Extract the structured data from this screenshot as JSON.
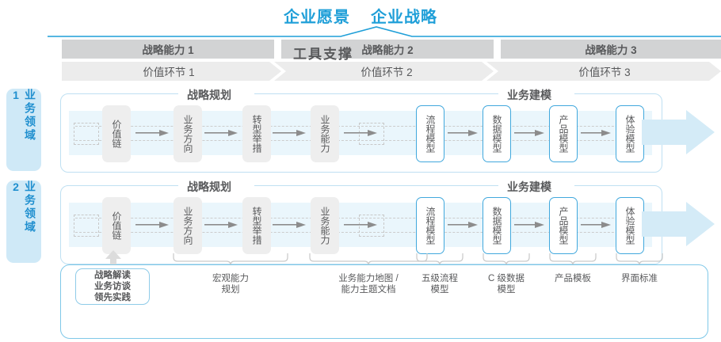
{
  "header": {
    "title_left": "企业愿景",
    "title_right": "企业战略"
  },
  "capability_bar": {
    "items": [
      {
        "label": "战略能力 1"
      },
      {
        "label": "战略能力 2"
      },
      {
        "label": "战略能力 3"
      }
    ]
  },
  "value_stage_bar": {
    "items": [
      {
        "label": "价值环节 1"
      },
      {
        "label": "价值环节 2"
      },
      {
        "label": "价值环节 3"
      }
    ]
  },
  "domains": [
    {
      "label": "业务领域 1"
    },
    {
      "label": "业务领域 2"
    }
  ],
  "sections": {
    "planning_title": "战略规划",
    "modeling_title": "业务建模"
  },
  "nodes": {
    "planning": [
      {
        "label": "价值链"
      },
      {
        "label": "业务方向"
      },
      {
        "label": "转型举措"
      },
      {
        "label": "业务能力"
      }
    ],
    "modeling": [
      {
        "label": "流程模型"
      },
      {
        "label": "数据模型"
      },
      {
        "label": "产品模型"
      },
      {
        "label": "体验模型"
      }
    ]
  },
  "tool_support": {
    "title": "工具支撑",
    "pill": "战略解读\n业务访谈\n领先实践",
    "pill_lines": [
      "战略解读",
      "业务访谈",
      "领先实践"
    ],
    "labels": [
      {
        "lines": [
          "宏观能力",
          "规划"
        ]
      },
      {
        "lines": [
          "业务能力地图 /",
          "能力主题文档"
        ]
      },
      {
        "lines": [
          "五级流程",
          "模型"
        ]
      },
      {
        "lines": [
          "C 级数据",
          "模型"
        ]
      },
      {
        "lines": [
          "产品模板"
        ]
      },
      {
        "lines": [
          "界面标准"
        ]
      }
    ]
  },
  "colors": {
    "accent_blue": "#1f9fd8",
    "node_blue_border": "#41a8dd",
    "band_blue": "#eaf6fc",
    "tab_blue": "#cfe9f7",
    "bar_gray": "#d2d3d4",
    "stage_gray": "#ececec",
    "node_gray": "#eeeeee",
    "text_gray": "#58595b"
  }
}
